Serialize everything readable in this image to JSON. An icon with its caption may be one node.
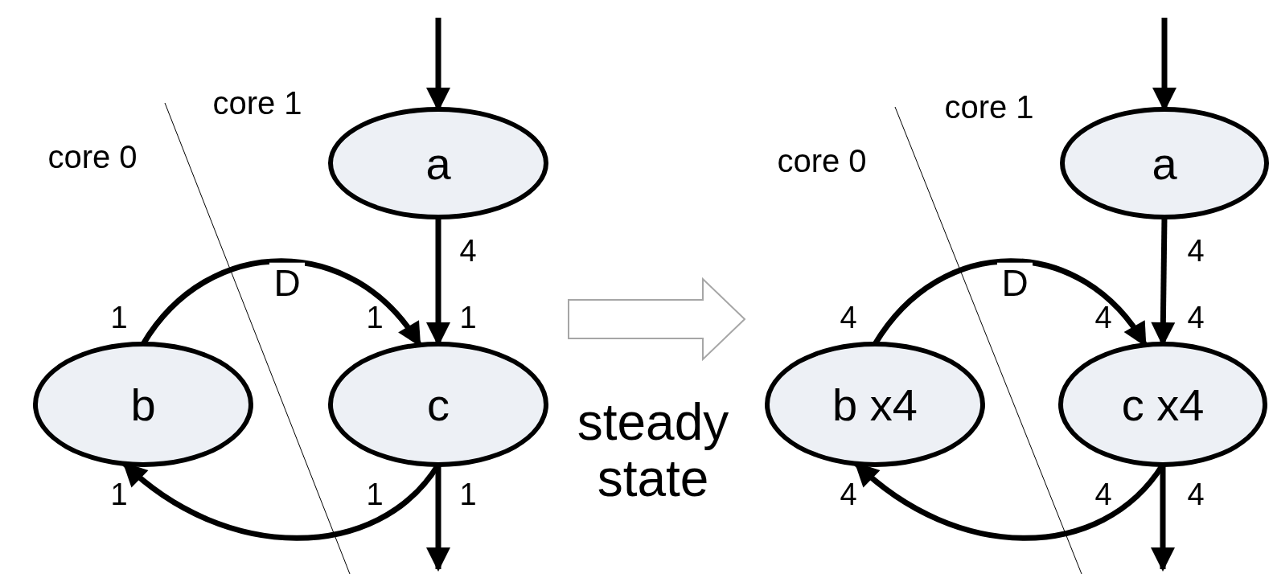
{
  "diagram": {
    "nodes": [
      {
        "text": [
          "a"
        ]
      },
      {
        "text": [
          "b"
        ]
      },
      {
        "text": [
          "c"
        ]
      },
      {
        "text": [
          "a"
        ]
      },
      {
        "text": [
          "b x4"
        ]
      },
      {
        "text": [
          "c x4"
        ]
      }
    ],
    "edges": [
      {
        "from": null,
        "to": 0,
        "arrow": "to"
      },
      {
        "from": 0,
        "to": 2,
        "arrow": "to"
      },
      {
        "from": 1,
        "to": 2,
        "arrow": "to",
        "label": "D"
      },
      {
        "from": 2,
        "to": 1,
        "arrow": "to"
      },
      {
        "from": 2,
        "to": null,
        "arrow": "to"
      },
      {
        "from": 2,
        "to": 4,
        "arrow": "to",
        "label": "steady state",
        "style": "thick",
        "color": "#a6a6a6"
      },
      {
        "from": null,
        "to": 3,
        "arrow": "to"
      },
      {
        "from": 3,
        "to": 5,
        "arrow": "to"
      },
      {
        "from": 4,
        "to": 5,
        "arrow": "to",
        "label": "D"
      },
      {
        "from": 5,
        "to": 4,
        "arrow": "to"
      },
      {
        "from": 5,
        "to": null,
        "arrow": "to"
      }
    ],
    "labels": [
      "core 1",
      "core 0",
      "4",
      "1",
      "1",
      "1",
      "1",
      "1",
      "1",
      "core 1",
      "core 0",
      "4",
      "4",
      "4",
      "4",
      "4",
      "4",
      "4"
    ]
  }
}
